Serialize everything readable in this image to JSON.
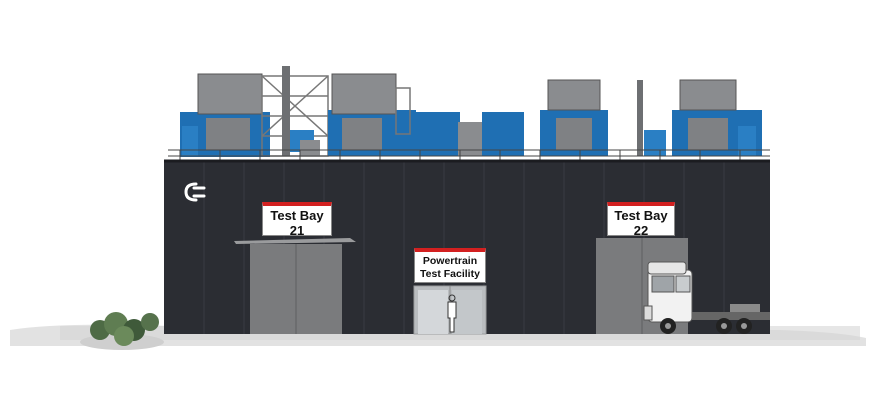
{
  "signs": {
    "bay_21": {
      "line1": "Test Bay",
      "line2": "21"
    },
    "bay_22": {
      "line1": "Test Bay",
      "line2": "22"
    },
    "facility": {
      "line1": "Powertrain",
      "line2": "Test Facility"
    }
  },
  "logo": {
    "name": "cummins-logo"
  },
  "colors": {
    "building": "#2b2d33",
    "equipment_blue": "#1f6fb3",
    "equipment_grey": "#8a8c8f",
    "sign_red": "#d32020",
    "door_grey": "#7a7b7d",
    "ground": "#d9d9d9"
  }
}
